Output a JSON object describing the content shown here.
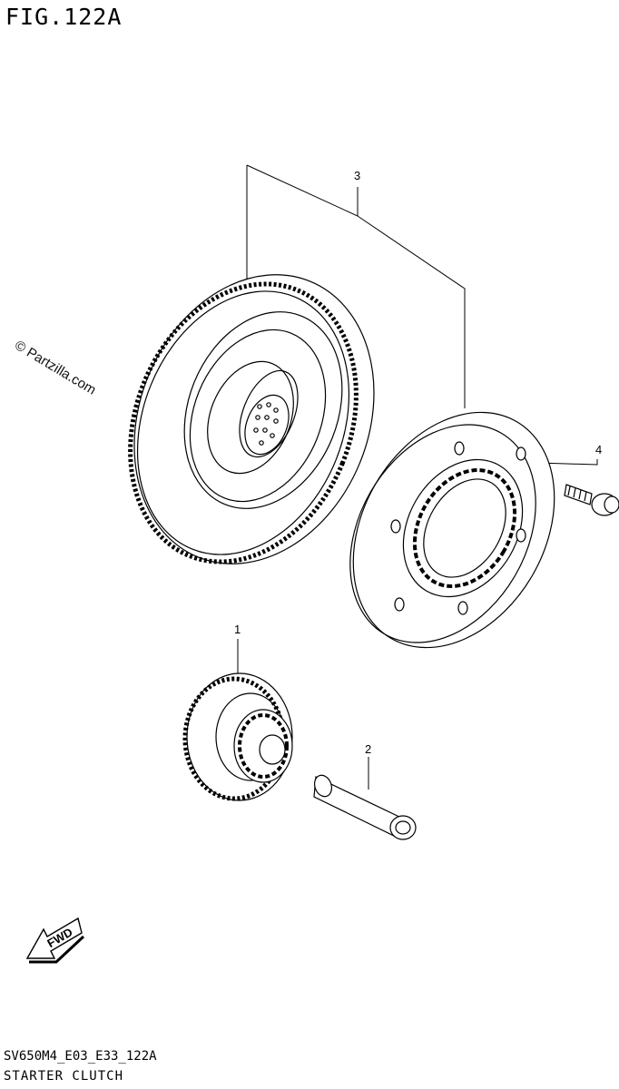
{
  "figure": {
    "title": "FIG.122A",
    "model_code": "SV650M4_E03_E33_122A",
    "section_name": "STARTER CLUTCH"
  },
  "watermark": "© Partzilla.com",
  "callouts": [
    {
      "number": "1",
      "part": "starter-driven-gear"
    },
    {
      "number": "2",
      "part": "starter-idler-shaft"
    },
    {
      "number": "3",
      "part": "starter-clutch-assembly"
    },
    {
      "number": "4",
      "part": "starter-clutch-bolt"
    }
  ],
  "direction_badge": "FWD",
  "colors": {
    "line": "#000000",
    "background": "#ffffff"
  }
}
